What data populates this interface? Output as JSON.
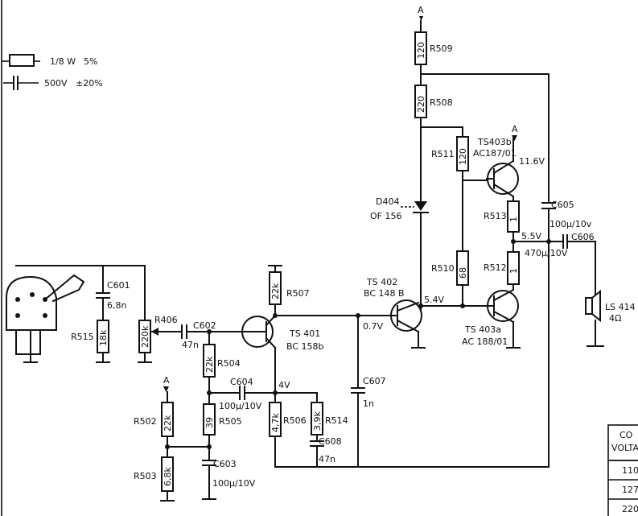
{
  "legend": {
    "resistor_note_a": "1/8 W",
    "resistor_note_b": "5%",
    "capacitor_note_a": "500V",
    "capacitor_note_b": "±20%"
  },
  "supply": {
    "top_label": "A",
    "ts403b_supply": "A",
    "r502_supply": "A"
  },
  "resistors": {
    "r509": {
      "name": "R509",
      "value": "120"
    },
    "r508": {
      "name": "R508",
      "value": "220"
    },
    "r511": {
      "name": "R511",
      "value": "120"
    },
    "r510": {
      "name": "R510",
      "value": "68"
    },
    "r513": {
      "name": "R513",
      "value": "1"
    },
    "r512": {
      "name": "R512",
      "value": "1"
    },
    "r507": {
      "name": "R507",
      "value": "22k"
    },
    "r504": {
      "name": "R504",
      "value": "22k"
    },
    "r505": {
      "name": "R505",
      "value": "39"
    },
    "r506": {
      "name": "R506",
      "value": "4,7k"
    },
    "r514": {
      "name": "R514",
      "value": "3,9k"
    },
    "r502": {
      "name": "R502",
      "value": "22k"
    },
    "r503": {
      "name": "R503",
      "value": "6,8k"
    },
    "r515": {
      "name": "R515",
      "value": "18k"
    },
    "r406": {
      "name": "R406",
      "value": "220k"
    }
  },
  "capacitors": {
    "c601": {
      "name": "C601",
      "value": "6,8n"
    },
    "c602": {
      "name": "C602",
      "value": "47n"
    },
    "c603": {
      "name": "C603",
      "value": "100µ/10V"
    },
    "c604": {
      "name": "C604",
      "value": "100µ/10V"
    },
    "c605": {
      "name": "C605",
      "value": "100µ/10v"
    },
    "c606": {
      "name": "C606",
      "value": "470µ/10V"
    },
    "c607": {
      "name": "C607",
      "value": "1n"
    },
    "c608": {
      "name": "C608",
      "value": "47n"
    }
  },
  "transistors": {
    "ts401": {
      "name": "TS 401",
      "type": "BC 158b"
    },
    "ts402": {
      "name": "TS 402",
      "type": "BC 148 B"
    },
    "ts403a": {
      "name": "TS 403a",
      "type": "AC 188/01"
    },
    "ts403b": {
      "name": "TS403b",
      "type": "AC187/01"
    }
  },
  "diode": {
    "name": "D404",
    "type": "OF 156"
  },
  "speaker": {
    "name": "LS 414",
    "impedance": "4Ω"
  },
  "voltages": {
    "v_116": "11.6V",
    "v_55": "5.5V",
    "v_54": "5.4V",
    "v_07": "0.7V",
    "v_4": "4V"
  },
  "table": {
    "header_a": "CO",
    "header_b": "VOLTA",
    "rows": [
      "110",
      "127",
      "220"
    ]
  },
  "colors": {
    "ink": "#111111",
    "paper": "#ffffff"
  }
}
